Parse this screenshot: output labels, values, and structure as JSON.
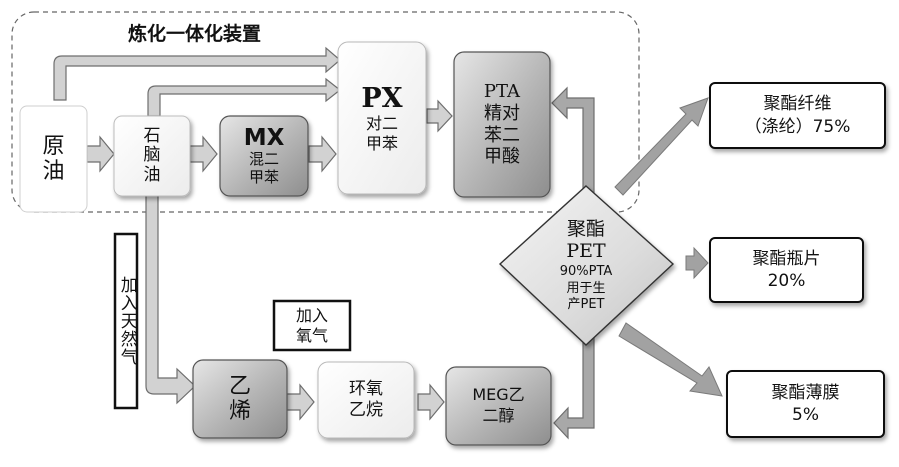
{
  "diagram": {
    "integrated_unit_label": "炼化一体化装置",
    "crude_oil": "原\n油",
    "naphtha": "石\n脑\n油",
    "mx": {
      "title": "MX",
      "subtitle": "混二\n甲苯"
    },
    "px": {
      "title": "PX",
      "subtitle": "对二\n甲苯"
    },
    "pta": "PTA\n精对\n苯二\n甲酸",
    "natural_gas": "加入天然气",
    "ethylene": "乙\n烯",
    "oxygen": "加入\n氧气",
    "ethylene_oxide": "环氧\n乙烷",
    "meg": "MEG乙\n二醇",
    "pet": {
      "title": "聚酯\nPET",
      "note": "90%PTA\n用于生\n产PET"
    },
    "products": {
      "fiber": "聚酯纤维\n（涤纶）75%",
      "bottle": "聚酯瓶片\n20%",
      "film": "聚酯薄膜\n5%"
    }
  },
  "colors": {
    "arrow_fill": "#d2d2d2",
    "arrow_stroke": "#6e6e6e",
    "dark_box": "#a7a7a7",
    "heavy_arrow": "#a2a2a2"
  }
}
